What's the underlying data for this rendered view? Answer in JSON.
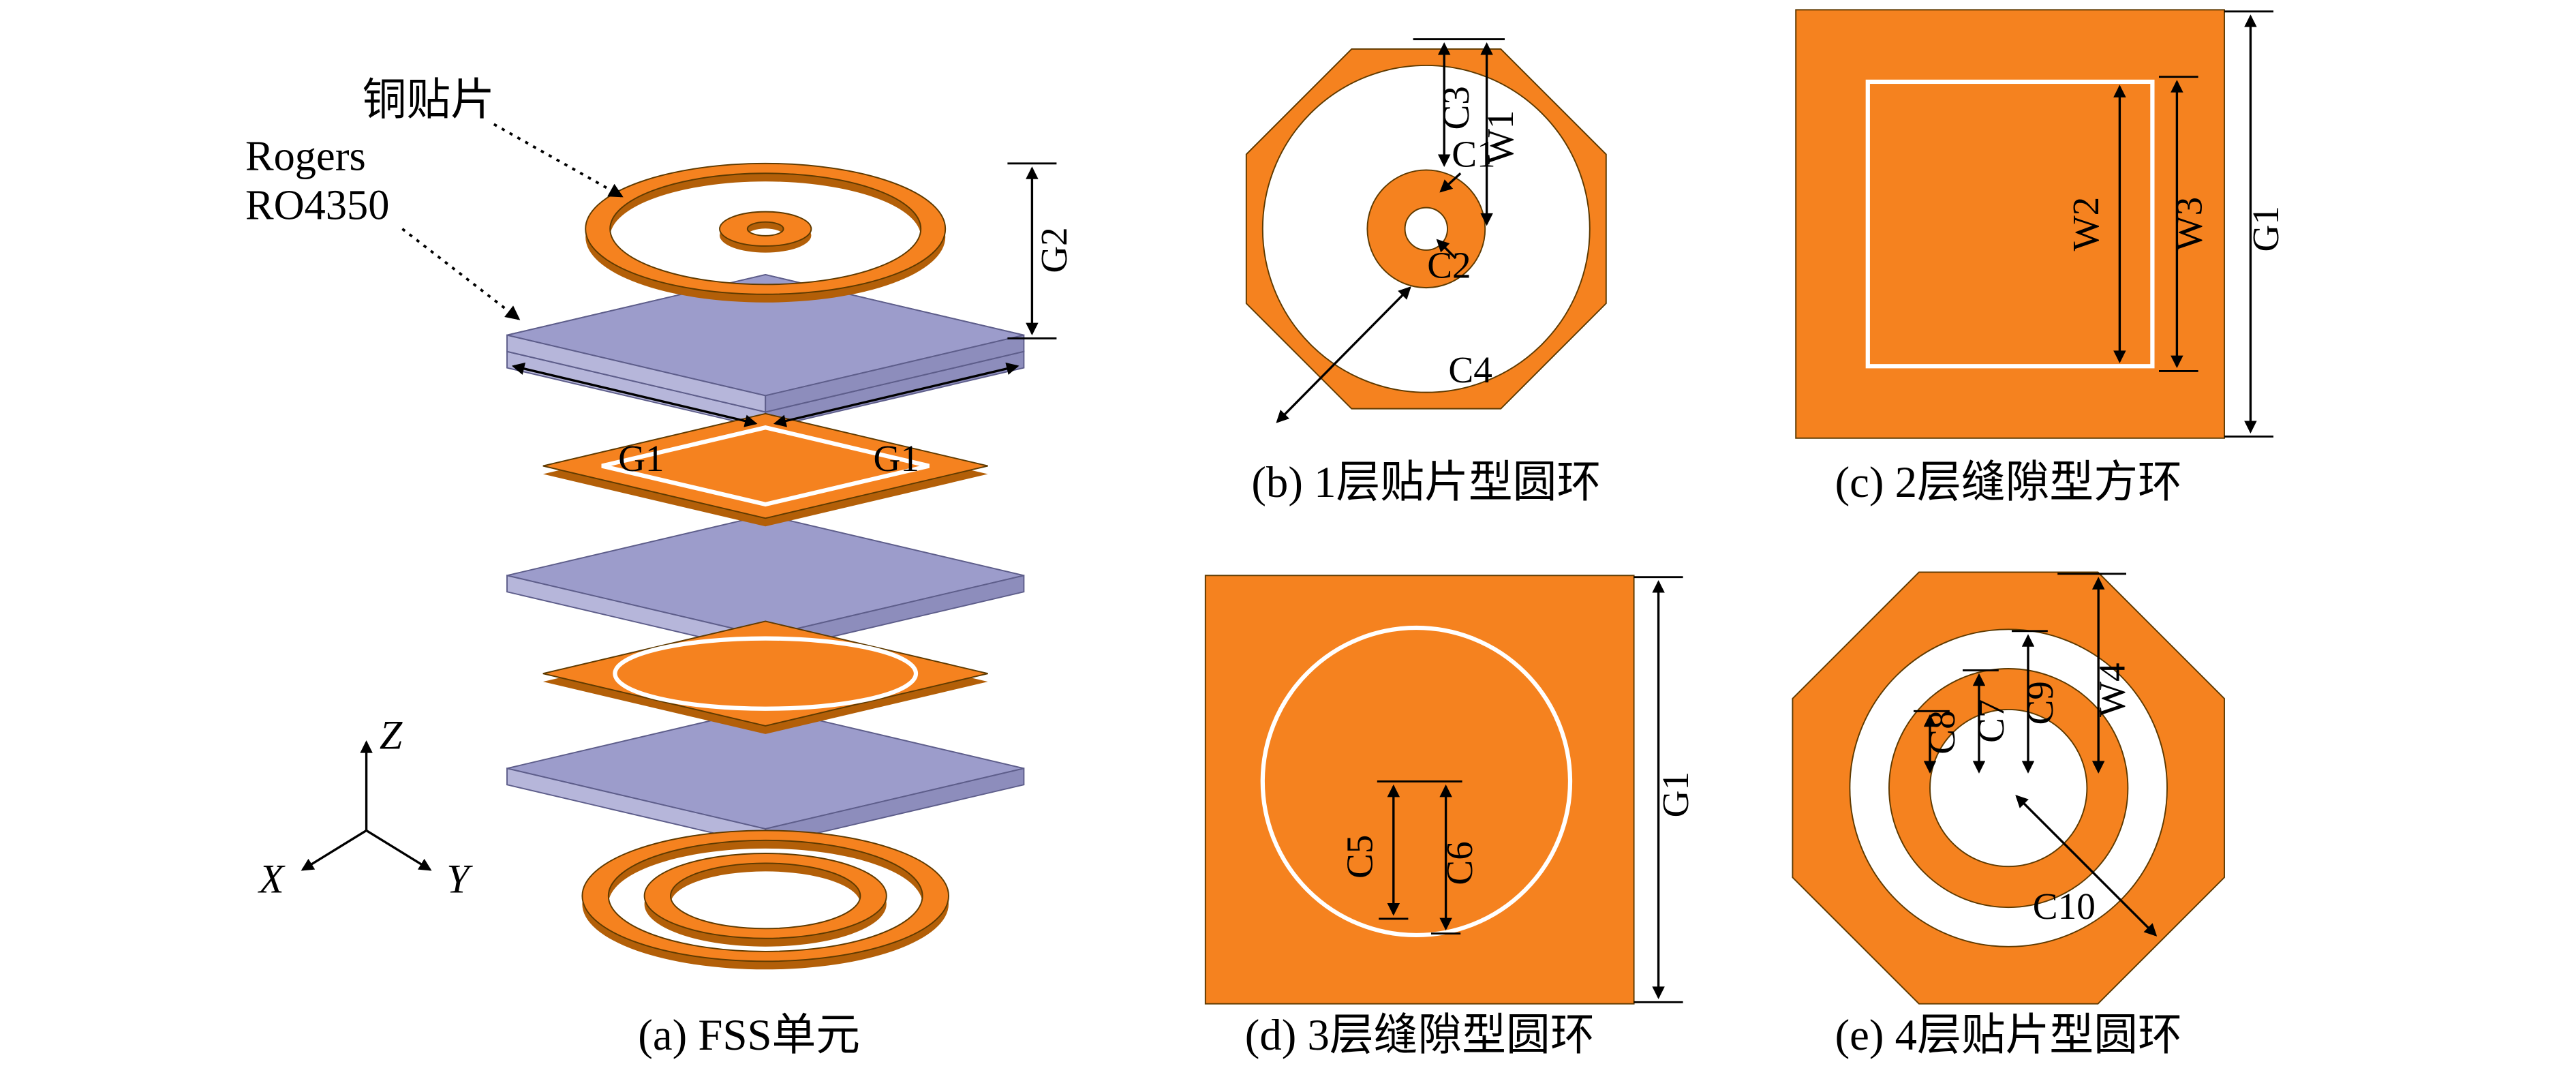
{
  "colors": {
    "copper": "#F5821F",
    "copper_shadow": "#B35F08",
    "substrate_top": "#9C9CCB",
    "substrate_left": "#B6B6DA",
    "substrate_right": "#8D8DBC"
  },
  "panel_a": {
    "caption": "(a) FSS单元",
    "copper_patch_label": "铜贴片",
    "substrate_label_line1": "Rogers",
    "substrate_label_line2": "RO4350",
    "dim_g2": "G2",
    "dim_g1_left": "G1",
    "dim_g1_right": "G1",
    "axis_z": "Z",
    "axis_x": "X",
    "axis_y": "Y"
  },
  "panel_b": {
    "caption": "(b) 1层贴片型圆环",
    "dim_c1": "C1",
    "dim_c2": "C2",
    "dim_c3": "C3",
    "dim_c4": "C4",
    "dim_w1": "W1"
  },
  "panel_c": {
    "caption": "(c) 2层缝隙型方环",
    "dim_w2": "W2",
    "dim_w3": "W3",
    "dim_g1": "G1"
  },
  "panel_d": {
    "caption": "(d) 3层缝隙型圆环",
    "dim_c5": "C5",
    "dim_c6": "C6",
    "dim_g1": "G1"
  },
  "panel_e": {
    "caption": "(e) 4层贴片型圆环",
    "dim_c7": "C7",
    "dim_c8": "C8",
    "dim_c9": "C9",
    "dim_c10": "C10",
    "dim_w4": "W4"
  }
}
